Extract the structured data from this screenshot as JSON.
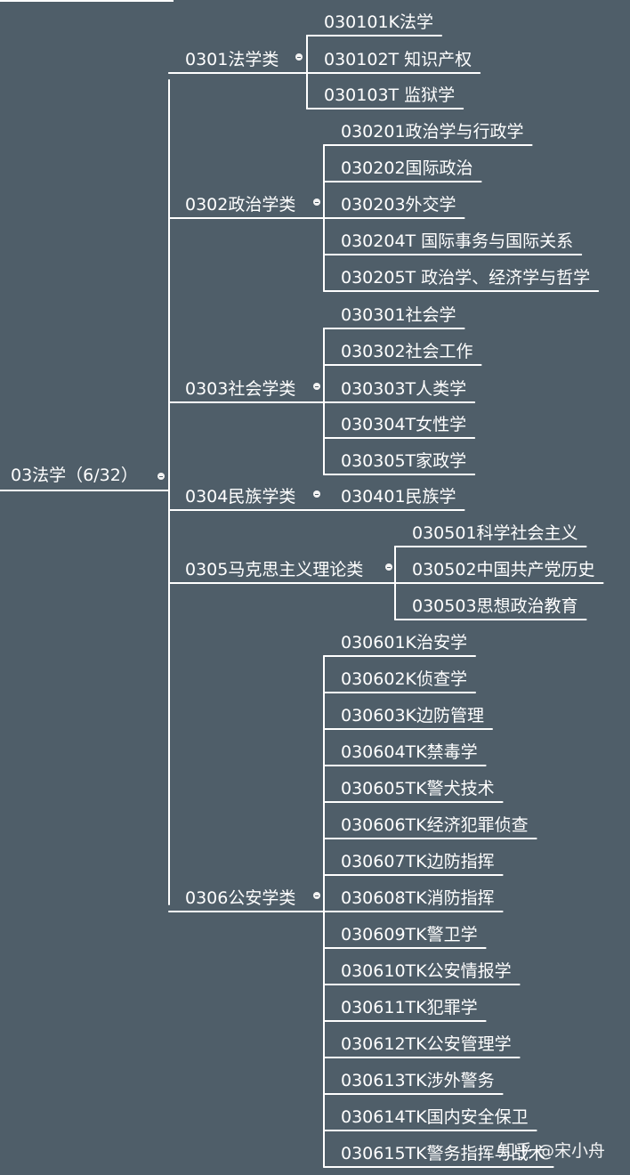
{
  "root": {
    "label": "03法学（6/32）",
    "groups": [
      {
        "label": "0301法学类",
        "items": [
          "030101K法学",
          "030102T 知识产权",
          "030103T 监狱学"
        ]
      },
      {
        "label": "0302政治学类",
        "items": [
          "030201政治学与行政学",
          "030202国际政治",
          "030203外交学",
          "030204T 国际事务与国际关系",
          "030205T 政治学、经济学与哲学"
        ]
      },
      {
        "label": "0303社会学类",
        "items": [
          "030301社会学",
          "030302社会工作",
          "030303T人类学",
          "030304T女性学",
          "030305T家政学"
        ]
      },
      {
        "label": "0304民族学类",
        "items": [
          "030401民族学"
        ]
      },
      {
        "label": "0305马克思主义理论类",
        "items": [
          "030501科学社会主义",
          "030502中国共产党历史",
          "030503思想政治教育"
        ]
      },
      {
        "label": "0306公安学类",
        "items": [
          "030601K治安学",
          "030602K侦查学",
          "030603K边防管理",
          "030604TK禁毒学",
          "030605TK警犬技术",
          "030606TK经济犯罪侦查",
          "030607TK边防指挥",
          "030608TK消防指挥",
          "030609TK警卫学",
          "030610TK公安情报学",
          "030611TK犯罪学",
          "030612TK公安管理学",
          "030613TK涉外警务",
          "030614TK国内安全保卫",
          "030615TK警务指挥与战术"
        ]
      }
    ]
  },
  "watermark": "知乎 @宋小舟",
  "colors": {
    "background": "#4f5e69",
    "line": "#ffffff",
    "text": "#ffffff"
  }
}
